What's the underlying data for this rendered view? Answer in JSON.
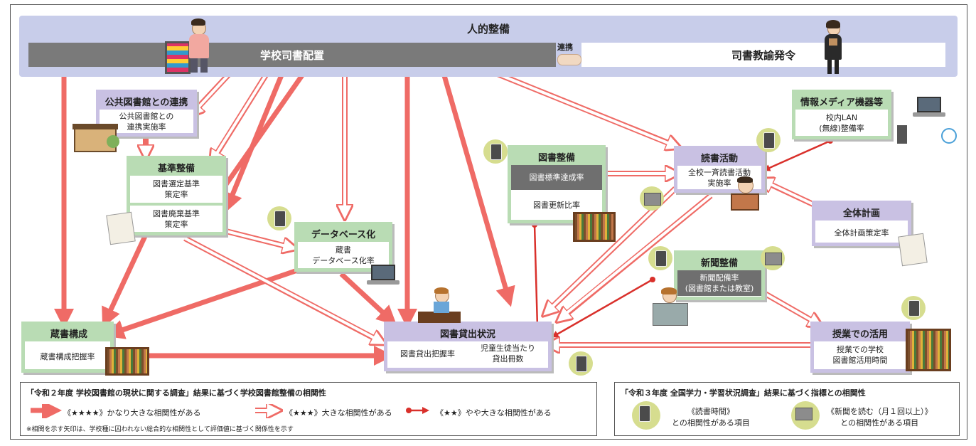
{
  "top": {
    "title": "人的整備",
    "staff": "学校司書配置",
    "renkei": "連携",
    "teacher": "司書教諭発令"
  },
  "nodes": {
    "public_lib": {
      "header": "公共図書館との連携",
      "item": "公共図書館との\n連携実施率"
    },
    "standards": {
      "header": "基準整備",
      "item1": "図書選定基準\n策定率",
      "item2": "図書廃棄基準\n策定率"
    },
    "database": {
      "header": "データベース化",
      "item": "蔵書\nデータベース化率"
    },
    "books": {
      "header": "図書整備",
      "item1": "図書標準達成率",
      "item2": "図書更新比率"
    },
    "reading": {
      "header": "読書活動",
      "item": "全校一斉読書活動\n実施率"
    },
    "media": {
      "header": "情報メディア機器等",
      "item": "校内LAN\n(無線)整備率"
    },
    "plan": {
      "header": "全体計画",
      "item": "全体計画策定率"
    },
    "news": {
      "header": "新聞整備",
      "item": "新聞配備率\n(図書館または教室)"
    },
    "collection": {
      "header": "蔵書構成",
      "item": "蔵書構成把握率"
    },
    "lending": {
      "header": "図書貸出状況",
      "item1": "図書貸出把握率",
      "item2": "児童生徒当たり\n貸出冊数"
    },
    "classes": {
      "header": "授業での活用",
      "item": "授業での学校\n図書館活用時間"
    }
  },
  "legend_left": {
    "title": "「令和２年度 学校図書館の現状に関する調査」結果に基づく学校図書館整備の相関性",
    "item1": "《★★★★》かなり大きな相関性がある",
    "item2": "《★★★》大きな相関性がある",
    "item3": "《★★》やや大きな相関性がある",
    "note": "※相関を示す矢印は、学校種に囚われない総合的な相関性として評価値に基づく関係性を示す"
  },
  "legend_right": {
    "title": "「令和３年度 全国学力・学習状況調査」結果に基づく指標との相関性",
    "item1": "《読書時間》\nとの相関性がある項目",
    "item2": "《新聞を読む（月１回以上）》\nとの相関性がある項目"
  },
  "colors": {
    "strong": "#ef6b66",
    "outline": "#ef6b66",
    "green": "#b9dcb4",
    "purple": "#c9c1e3",
    "band": "#c8cdea"
  }
}
